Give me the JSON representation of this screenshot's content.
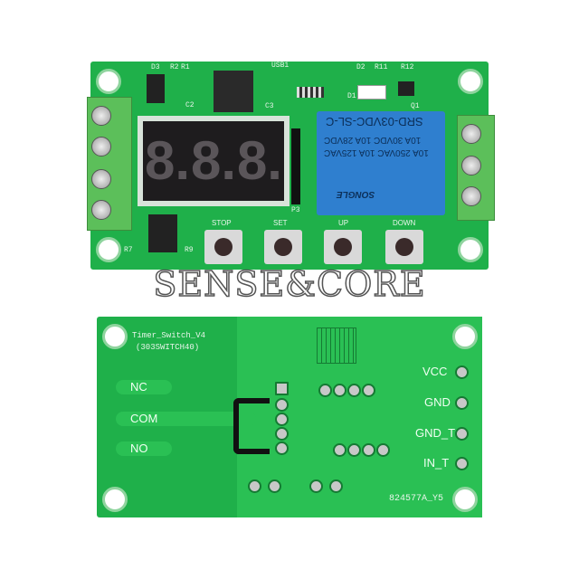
{
  "top_board": {
    "display_digits": [
      "8.",
      "8.",
      "8."
    ],
    "relay": {
      "model": "SRD-03VDC-SL-C",
      "rating_1": "10A 250VAC 10A 125VAC",
      "rating_2": "10A 30VDC 10A 28VDC",
      "brand": "SONGLE"
    },
    "buttons": [
      "STOP",
      "SET",
      "UP",
      "DOWN"
    ],
    "silk_labels": [
      "D3",
      "R2",
      "R1",
      "C2",
      "C3",
      "USB1",
      "D2",
      "R11",
      "R12",
      "D1",
      "Q1",
      "P3",
      "R9",
      "R7"
    ]
  },
  "bottom_board": {
    "title_line1": "Timer_Switch_V4",
    "title_line2": "(303SWITCH40)",
    "relay_pins": [
      "NC",
      "COM",
      "NO"
    ],
    "io_pins": [
      "VCC",
      "GND",
      "GND_T",
      "IN_T"
    ],
    "serial": "824577A_Y5"
  },
  "watermark": "SENSE&CORE"
}
